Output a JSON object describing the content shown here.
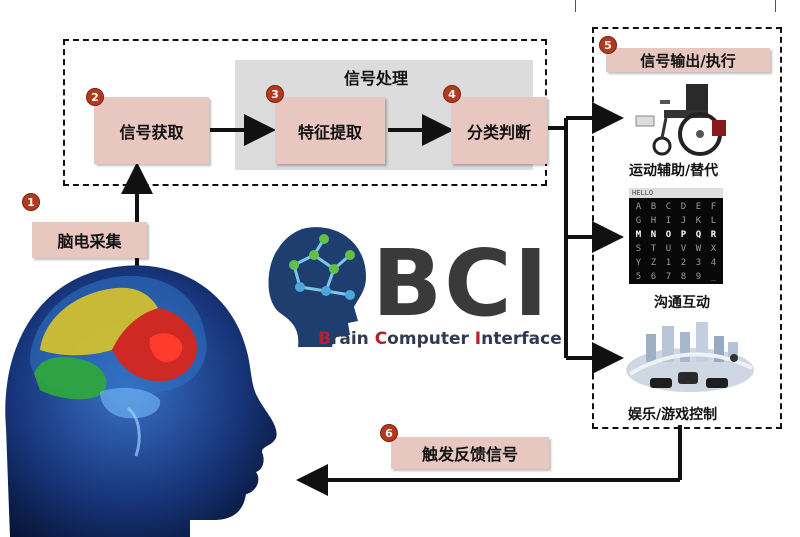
{
  "diagram": {
    "stage_1": {
      "number": "1",
      "label": "脑电采集"
    },
    "stage_2": {
      "number": "2",
      "label": "信号获取"
    },
    "stage_3": {
      "number": "3",
      "label": "特征提取"
    },
    "stage_4": {
      "number": "4",
      "label": "分类判断"
    },
    "stage_5": {
      "number": "5",
      "label": "信号输出/执行"
    },
    "stage_6": {
      "number": "6",
      "label": "触发反馈信号"
    },
    "processing_group_title": "信号处理",
    "outputs": [
      {
        "label": "运动辅助/替代",
        "icon": "wheelchair-icon"
      },
      {
        "label": "沟通互动",
        "icon": "letter-grid-icon"
      },
      {
        "label": "娱乐/游戏控制",
        "icon": "game-device-icon"
      }
    ],
    "keyboard_grid": {
      "header": "HELLO",
      "rows": [
        [
          "A",
          "B",
          "C",
          "D",
          "E",
          "F"
        ],
        [
          "G",
          "H",
          "I",
          "J",
          "K",
          "L"
        ],
        [
          "M",
          "N",
          "O",
          "P",
          "Q",
          "R"
        ],
        [
          "S",
          "T",
          "U",
          "V",
          "W",
          "X"
        ],
        [
          "Y",
          "Z",
          "1",
          "2",
          "3",
          "4"
        ],
        [
          "5",
          "6",
          "7",
          "8",
          "9",
          "_"
        ]
      ],
      "highlight_row": 2
    },
    "logo": {
      "big": "BCI",
      "small_parts": [
        {
          "text": "B",
          "accent": true
        },
        {
          "text": "rain ",
          "accent": false
        },
        {
          "text": "C",
          "accent": true
        },
        {
          "text": "omputer ",
          "accent": false
        },
        {
          "text": "I",
          "accent": true
        },
        {
          "text": "nterface",
          "accent": false
        }
      ]
    },
    "colors": {
      "stage_box": "#e8c7c0",
      "number_badge": "#b23a1f",
      "processing_bg": "#dcdcdc",
      "arrow": "#111111"
    }
  }
}
